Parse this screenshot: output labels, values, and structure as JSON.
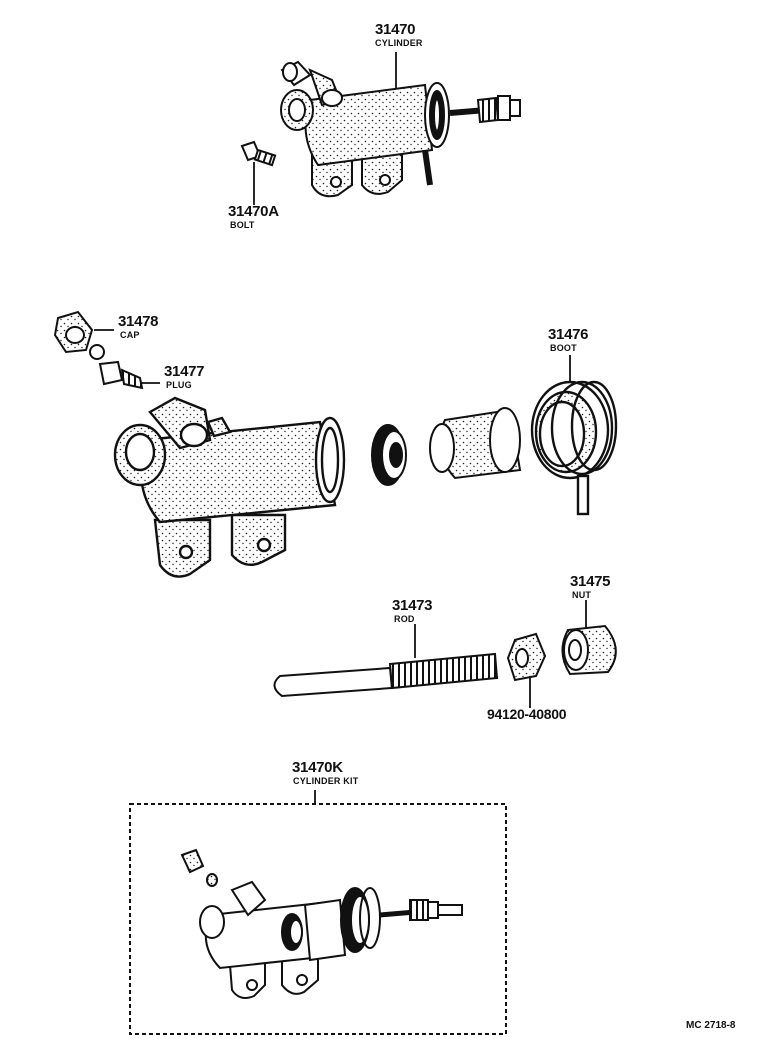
{
  "parts": {
    "cylinder": {
      "number": "31470",
      "name": "CYLINDER"
    },
    "bolt": {
      "number": "31470A",
      "name": "BOLT"
    },
    "cap": {
      "number": "31478",
      "name": "CAP"
    },
    "plug": {
      "number": "31477",
      "name": "PLUG"
    },
    "boot": {
      "number": "31476",
      "name": "BOOT"
    },
    "rod": {
      "number": "31473",
      "name": "ROD"
    },
    "nut": {
      "number": "31475",
      "name": "NUT"
    },
    "washer_nut": {
      "number": "94120-40800"
    },
    "cylinder_kit": {
      "number": "31470K",
      "name": "CYLINDER KIT"
    }
  },
  "drawing_code": "MC 2718-8"
}
